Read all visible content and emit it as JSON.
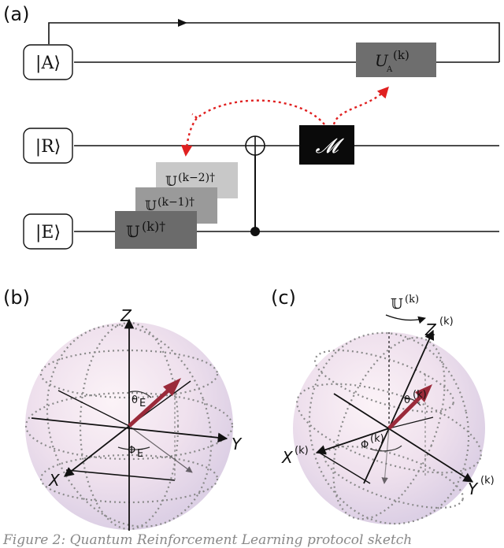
{
  "panel_labels": {
    "a": "(a)",
    "b": "(b)",
    "c": "(c)"
  },
  "wires": {
    "ancilla": "|A⟩",
    "register": "|R⟩",
    "environment": "|E⟩"
  },
  "gates": {
    "ua": "U",
    "ua_sub": "A",
    "ua_sup": "(k)",
    "measure": "𝓜",
    "u_k": "𝕌",
    "u_k_sup": "(k)†",
    "u_k1": "𝕌",
    "u_k1_sup": "(k−1)†",
    "u_k2": "𝕌",
    "u_k2_sup": "(k−2)†"
  },
  "sphere_b": {
    "z": "Z",
    "y": "Y",
    "x": "X",
    "theta": "θ",
    "theta_sub": "E",
    "phi": "Φ",
    "phi_sub": "E"
  },
  "sphere_c": {
    "rotation": "𝕌",
    "rotation_sup": "(k)",
    "z": "Z",
    "z_sup": "(k)",
    "y": "Y",
    "y_sup": "(k)",
    "x": "X",
    "x_sup": "(k)",
    "theta": "θ",
    "theta_sup": "(k)",
    "phi": "Φ",
    "phi_sup": "(k)"
  },
  "caption": "Figure 2: Quantum Reinforcement Learning protocol sketch",
  "colors": {
    "gate_dark": "#6b6b6b",
    "gate_mid": "#8f8f8f",
    "gate_light": "#c4c4c4",
    "red_arrow": "#e02020",
    "state_vector": "#9a2a3a"
  }
}
